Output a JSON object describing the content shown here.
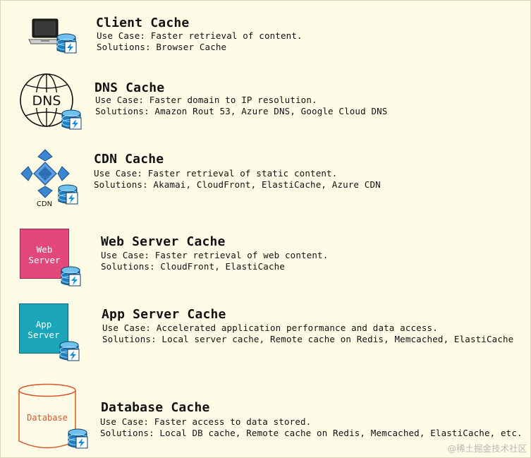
{
  "items": [
    {
      "title": "Client Cache",
      "use_case": "Use Case: Faster retrieval of content.",
      "solutions": "Solutions: Browser Cache",
      "icon": "laptop-icon"
    },
    {
      "title": "DNS Cache",
      "use_case": "Use Case: Faster domain to IP resolution.",
      "solutions": "Solutions: Amazon Rout 53, Azure DNS, Google Cloud DNS",
      "icon": "globe-icon",
      "icon_text": "DNS"
    },
    {
      "title": "CDN Cache",
      "use_case": "Use Case: Faster retrieval of static content.",
      "solutions": "Solutions: Akamai, CloudFront, ElastiCache, Azure CDN",
      "icon": "cdn-icon",
      "icon_text": "CDN"
    },
    {
      "title": "Web Server Cache",
      "use_case": "Use Case: Faster retrieval of web content.",
      "solutions": "Solutions: CloudFront, ElastiCache",
      "icon": "web-server-icon",
      "icon_text": [
        "Web",
        "Server"
      ]
    },
    {
      "title": "App Server Cache",
      "use_case": "Use Case: Accelerated application performance and data access.",
      "solutions": "Solutions: Local server cache, Remote cache on Redis, Memcached, ElastiCache",
      "icon": "app-server-icon",
      "icon_text": [
        "App",
        "Server"
      ]
    },
    {
      "title": "Database Cache",
      "use_case": "Use Case: Faster access to data stored.",
      "solutions": "Solutions: Local DB cache, Remote cache on Redis, Memcached, ElastiCache, etc.",
      "icon": "database-icon",
      "icon_text": "Database"
    }
  ],
  "watermark": "@稀土掘金技术社区",
  "colors": {
    "background": "#fefce6",
    "web_server": "#e2497a",
    "app_server": "#1aa6b8",
    "database_stroke": "#d9562c",
    "cache_icon": "#1a8fd6",
    "cdn_blue": "#3a86d0"
  }
}
